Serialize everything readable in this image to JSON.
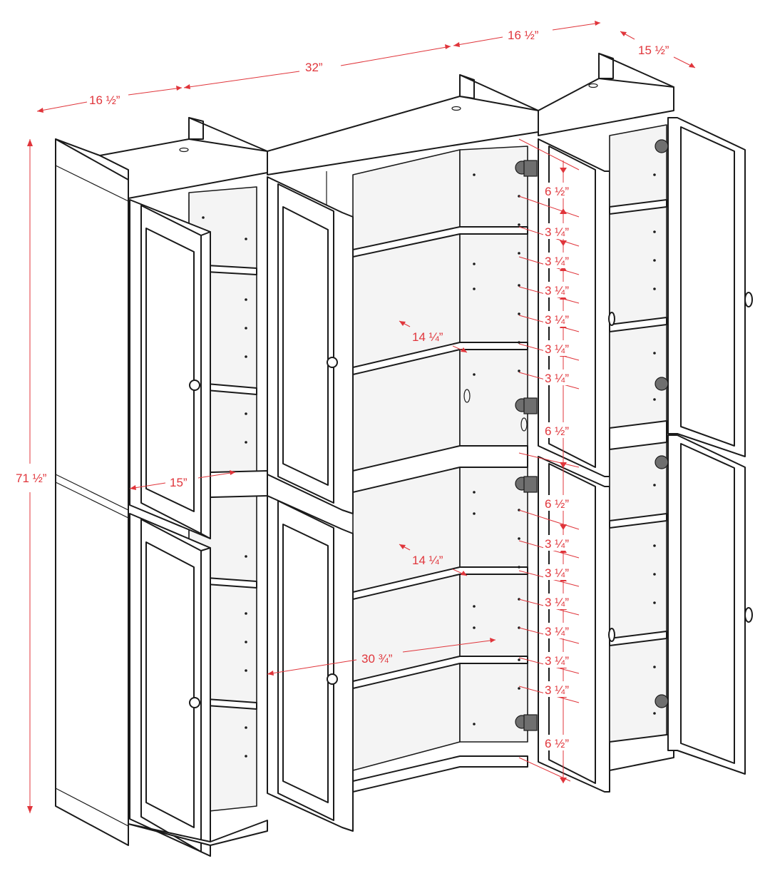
{
  "colors": {
    "line": "#1a1a1a",
    "dimension": "#e0353b",
    "background": "#ffffff"
  },
  "dimensions": {
    "left_width": "16 ½”",
    "center_width": "32”",
    "right_width": "16 ½”",
    "depth": "15 ½”",
    "total_height": "71 ½”",
    "side_interior_depth": "15”",
    "center_interior_width": "30 ¾”",
    "upper_shelf_depth": "14 ¼”",
    "lower_shelf_depth": "14 ¼”",
    "upper_spacings": [
      "6 ½”",
      "3 ¼”",
      "3 ¼”",
      "3 ¼”",
      "3 ¼”",
      "3 ¼”",
      "3 ¼”",
      "6 ½”"
    ],
    "lower_spacings": [
      "6 ½”",
      "3 ¼”",
      "3 ¼”",
      "3 ¼”",
      "3 ¼”",
      "3 ¼”",
      "3 ¼”",
      "6 ½”"
    ]
  }
}
